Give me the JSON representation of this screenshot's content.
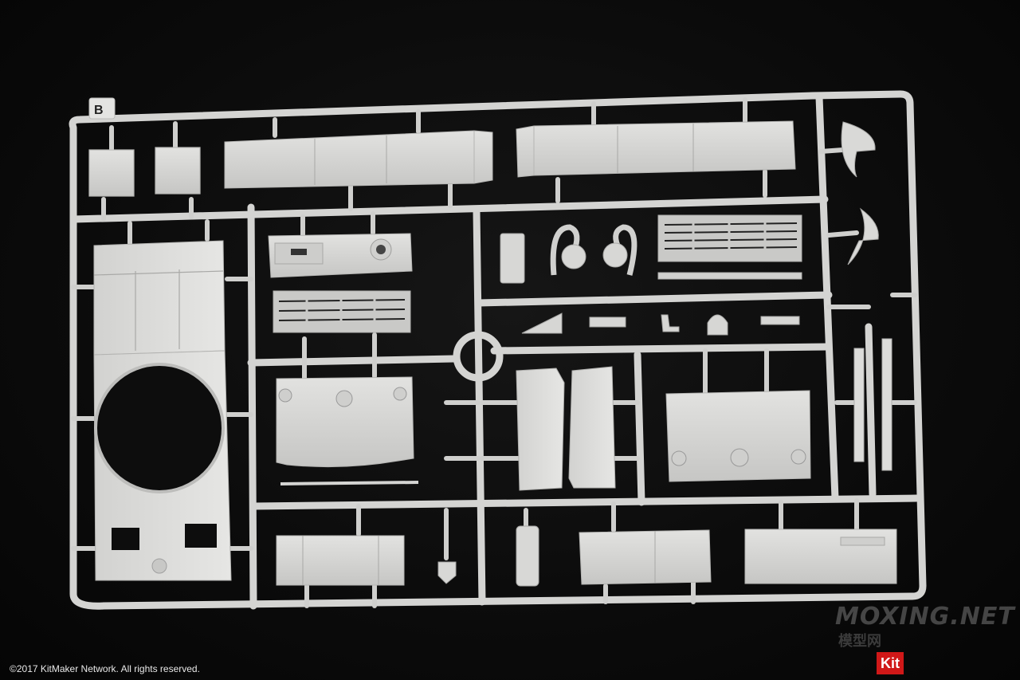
{
  "sprue": {
    "letter": "B",
    "color": "#d6d6d4"
  },
  "caption": {
    "copyright": "©2017 KitMaker Network. All rights reserved."
  },
  "watermark": {
    "site": "MOXING.NET",
    "sub": "模型网",
    "badge": "Kit",
    "badge_color": "#d01818"
  }
}
